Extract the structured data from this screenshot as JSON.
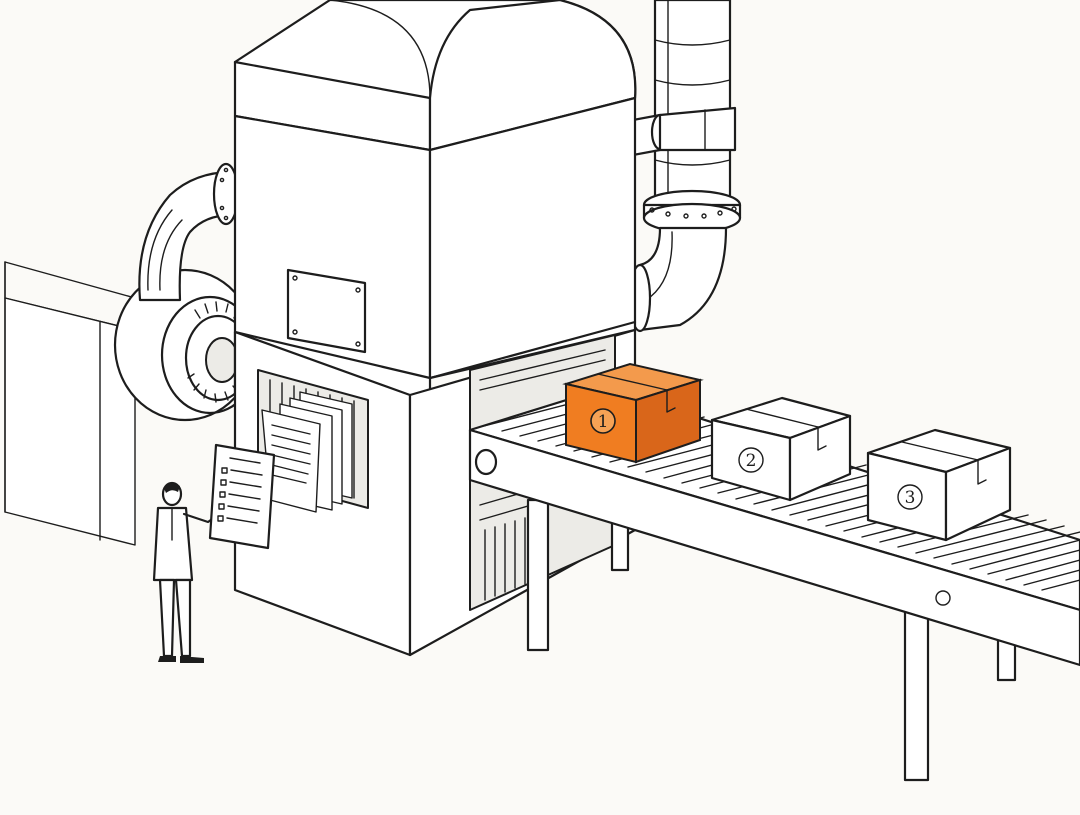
{
  "colors": {
    "ink": "#1d1d1d",
    "background": "#fbfaf7",
    "highlight_box": "#f07d21",
    "highlight_box_dark": "#d9661a",
    "highlight_box_top": "#f39a4c"
  },
  "boxes": [
    {
      "label": "1",
      "highlighted": true
    },
    {
      "label": "2",
      "highlighted": false
    },
    {
      "label": "3",
      "highlighted": false
    }
  ]
}
